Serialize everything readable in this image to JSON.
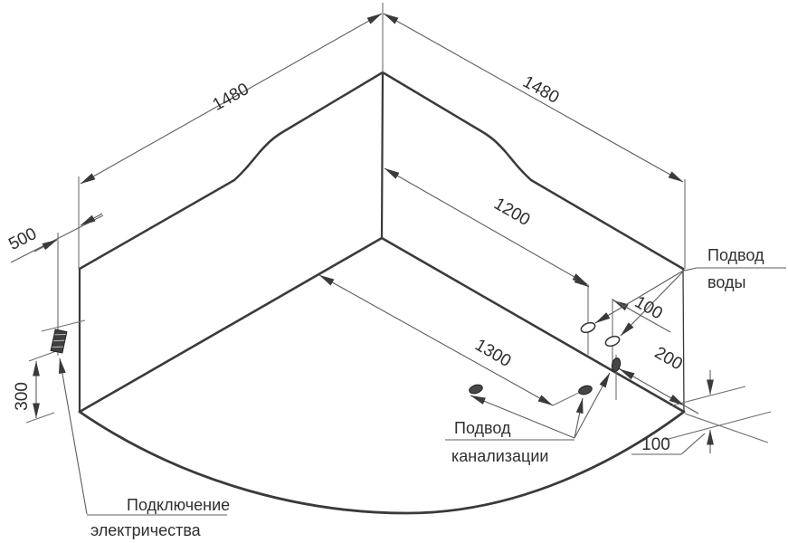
{
  "drawing": {
    "dimensions": {
      "top_left_width": "1480",
      "top_right_width": "1480",
      "wall_inner_width": "1200",
      "floor_diagonal": "1300",
      "side_offset": "500",
      "electric_height": "300",
      "water_spacing": "100",
      "drain_offset": "200",
      "corner_height": "100"
    },
    "labels": {
      "water_supply_line1": "Подвод",
      "water_supply_line2": "воды",
      "sewer_line1": "Подвод",
      "sewer_line2": "канализации",
      "electric_line1": "Подключение",
      "electric_line2": "электричества"
    },
    "colors": {
      "outline": "#3a3a3a",
      "thin_line": "#6e6e6e",
      "text": "#2f2f2f",
      "background": "#ffffff"
    }
  }
}
